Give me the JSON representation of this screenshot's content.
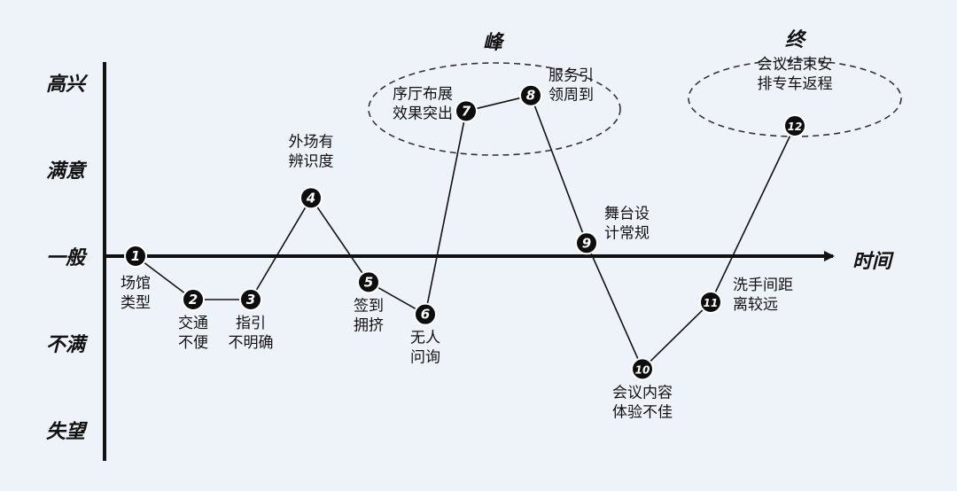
{
  "y_levels": [
    {
      "label": "高兴",
      "value": 2
    },
    {
      "label": "满意",
      "value": 1
    },
    {
      "label": "一般",
      "value": 0
    },
    {
      "label": "不满",
      "value": -1
    },
    {
      "label": "失望",
      "value": -2
    }
  ],
  "x_axis_label": "时间",
  "peak_label": "峰",
  "end_label": "终",
  "nodes": [
    {
      "id": "1",
      "value": 0.0,
      "label_lines": [
        "场馆",
        "类型"
      ]
    },
    {
      "id": "2",
      "value": -0.5,
      "label_lines": [
        "交通",
        "不便"
      ]
    },
    {
      "id": "3",
      "value": -0.5,
      "label_lines": [
        "指引",
        "不明确"
      ]
    },
    {
      "id": "4",
      "value": 0.67,
      "label_lines": [
        "外场有",
        "辨识度"
      ]
    },
    {
      "id": "5",
      "value": -0.3,
      "label_lines": [
        "签到",
        "拥挤"
      ]
    },
    {
      "id": "6",
      "value": -0.67,
      "label_lines": [
        "无人",
        "问询"
      ]
    },
    {
      "id": "7",
      "value": 1.67,
      "label_lines": [
        "序厅布展",
        "效果突出"
      ]
    },
    {
      "id": "8",
      "value": 1.85,
      "label_lines": [
        "服务引",
        "领周到"
      ]
    },
    {
      "id": "9",
      "value": 0.15,
      "label_lines": [
        "舞台设",
        "计常规"
      ]
    },
    {
      "id": "10",
      "value": -1.3,
      "label_lines": [
        "会议内容",
        "体验不佳"
      ]
    },
    {
      "id": "11",
      "value": -0.53,
      "label_lines": [
        "洗手间距",
        "离较远"
      ]
    },
    {
      "id": "12",
      "value": 1.5,
      "label_lines": [
        "会议结束安",
        "排专车返程"
      ]
    }
  ]
}
